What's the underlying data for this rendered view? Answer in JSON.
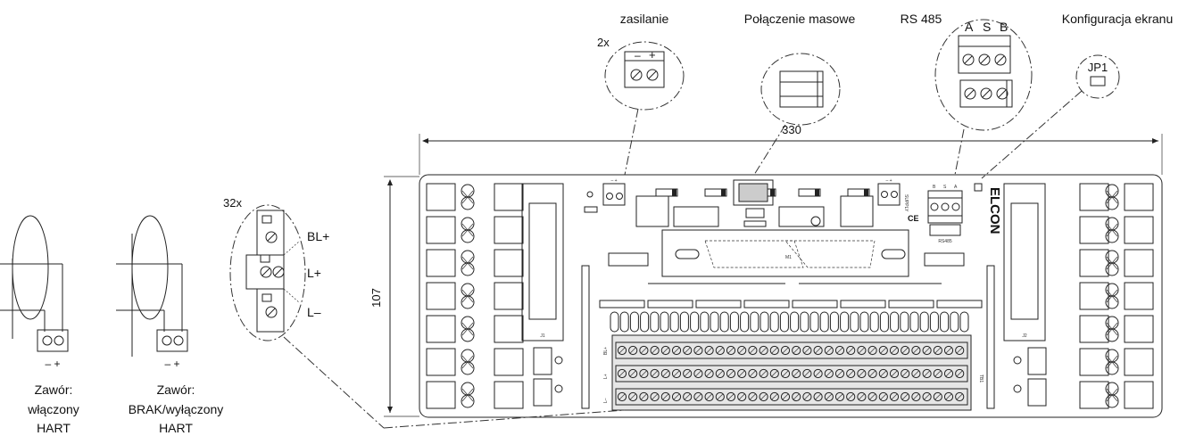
{
  "callouts": {
    "power": "zasilanie",
    "power_count": "2x",
    "ground": "Połączenie masowe",
    "rs485": "RS 485",
    "rs485_pins": [
      "A",
      "S",
      "B"
    ],
    "screen_config": "Konfiguracja ekranu",
    "jumper": "JP1",
    "polarity_minus": "–",
    "polarity_plus": "+"
  },
  "dimensions": {
    "width": "330",
    "height": "107"
  },
  "terminal_detail": {
    "count": "32x",
    "labels": [
      "BL+",
      "L+",
      "L–"
    ]
  },
  "valves": [
    {
      "polarity": "– +",
      "line1": "Zawór:",
      "line2": "włączony",
      "line3": "HART"
    },
    {
      "polarity": "– +",
      "line1": "Zawór:",
      "line2": "BRAK/wyłączony",
      "line3": "HART"
    }
  ],
  "board": {
    "bus_labels": [
      "BL+",
      "L+",
      "L–"
    ],
    "tb_label": "TB1",
    "j_left": "J1",
    "j_right": "J2",
    "rs485_board": "RS485",
    "rs485_pins_board": [
      "B",
      "S",
      "A"
    ],
    "logo": "ELCON",
    "m_label": "M1",
    "ce": "CE",
    "supply_label": "SUPPLY"
  }
}
